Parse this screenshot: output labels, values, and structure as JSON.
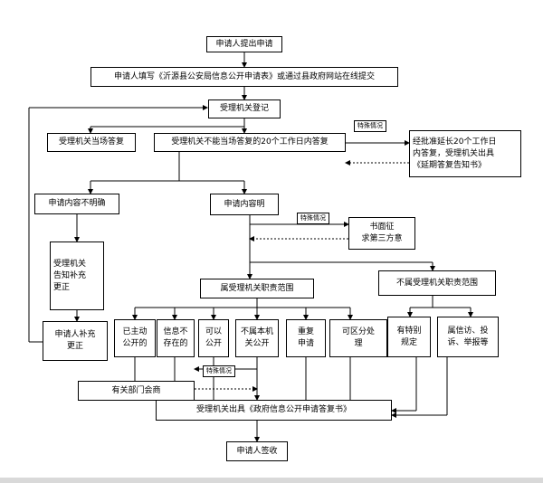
{
  "nodes": {
    "apply": "申请人提出申请",
    "fill_form": "申请人填写《沂源县公安局信息公开申请表》或通过县政府网站在线提交",
    "register": "受理机关登记",
    "reply_onsite": "受理机关当场答复",
    "reply_20days": "受理机关不能当场答复的20个工作日内答复",
    "extension": "经批准延长20个工作日\n内答复，受理机关出具\n《延期答复告知书》",
    "unclear": "申请内容不明确",
    "clear": "申请内容明",
    "third_party": "书面征\n求第三方意",
    "notify_supplement": "受理机关\n告知补充\n更正",
    "applicant_supplement": "申请人补充\n更正",
    "in_scope": "属受理机关职责范围",
    "out_scope": "不属受理机关职责范围",
    "published": "已主动\n公开的",
    "not_exist": "信息不\n存在的",
    "can_open": "可以\n公开",
    "not_own": "不属本机\n关公开",
    "duplicate": "重复\n申请",
    "partial": "可区分处\n理",
    "special_rules": "有特别\n规定",
    "petition": "属信访、投\n诉、举报等",
    "dept_consult": "有关部门会商",
    "issue_reply": "受理机关出具《政府信息公开申请答复书》",
    "sign": "申请人签收"
  },
  "tags": {
    "special_1": "特殊情况",
    "special_2": "特殊情况",
    "special_3": "特殊情况"
  }
}
